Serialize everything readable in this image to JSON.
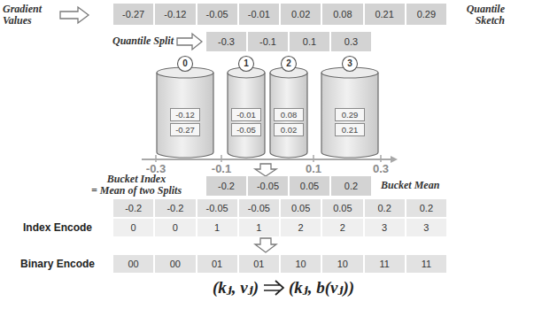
{
  "diagram": {
    "nodes": [
      {
        "text": [
          "0"
        ]
      },
      {
        "text": [
          "-0.12"
        ],
        "in": 0
      },
      {
        "text": [
          "-0.27"
        ],
        "in": 0
      },
      {
        "text": [
          "1"
        ]
      },
      {
        "text": [
          "-0.01"
        ],
        "in": 3
      },
      {
        "text": [
          "-0.05"
        ],
        "in": 3
      },
      {
        "text": [
          "2"
        ]
      },
      {
        "text": [
          "0.08"
        ],
        "in": 6
      },
      {
        "text": [
          "0.02"
        ],
        "in": 6
      },
      {
        "text": [
          "3"
        ]
      },
      {
        "text": [
          "0.29"
        ],
        "in": 9
      },
      {
        "text": [
          "0.21"
        ],
        "in": 9
      }
    ],
    "labels": [
      "Gradient Values",
      "-0.27",
      "-0.12",
      "-0.05",
      "-0.01",
      "0.02",
      "0.08",
      "0.21",
      "0.29",
      "Quantile Sketch",
      "Quantile Split",
      "-0.3",
      "-0.1",
      "0.1",
      "0.3",
      "-0.3",
      "-0.1",
      "0.1",
      "0.3",
      "Bucket Index",
      "= Mean of two Splits",
      "-0.2",
      "-0.05",
      "0.05",
      "0.2",
      "Bucket Mean",
      "-0.2",
      "-0.2",
      "-0.05",
      "-0.05",
      "0.05",
      "0.05",
      "0.2",
      "0.2",
      "Index Encode",
      "0",
      "0",
      "1",
      "1",
      "2",
      "2",
      "3",
      "3",
      "Binary Encode",
      "00",
      "00",
      "01",
      "01",
      "10",
      "10",
      "11",
      "11",
      "(kⱼ, vⱼ)",
      "(kⱼ, b(vⱼ))"
    ]
  }
}
